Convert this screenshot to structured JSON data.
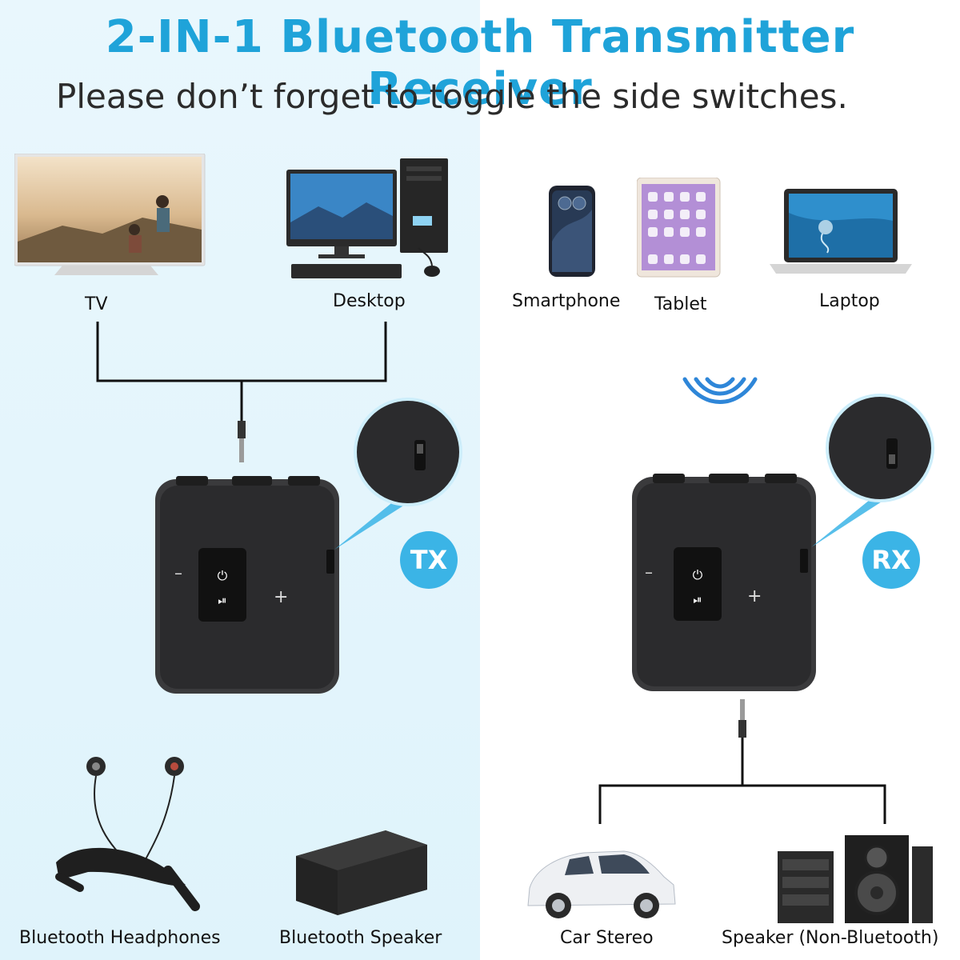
{
  "header": {
    "title": "2-IN-1 Bluetooth Transmitter Receiver",
    "subtitle": "Please don’t forget to toggle the side switches."
  },
  "tx_side": {
    "sources": [
      {
        "label": "TV",
        "icon": "tv-icon"
      },
      {
        "label": "Desktop",
        "icon": "desktop-computer-icon"
      }
    ],
    "mode_badge": "TX",
    "outputs": [
      {
        "label": "Bluetooth Headphones",
        "icon": "neckband-headphones-icon"
      },
      {
        "label": "Bluetooth Speaker",
        "icon": "bluetooth-speaker-icon"
      }
    ]
  },
  "rx_side": {
    "sources": [
      {
        "label": "Smartphone",
        "icon": "smartphone-icon"
      },
      {
        "label": "Tablet",
        "icon": "tablet-icon"
      },
      {
        "label": "Laptop",
        "icon": "laptop-icon"
      }
    ],
    "mode_badge": "RX",
    "outputs": [
      {
        "label": "Car Stereo",
        "icon": "car-icon"
      },
      {
        "label": "Speaker (Non-Bluetooth)",
        "icon": "stereo-speaker-icon"
      }
    ]
  },
  "colors": {
    "accent": "#1fa3d9",
    "badge": "#3bb4e6",
    "left_panel": "#e4f5fc"
  }
}
